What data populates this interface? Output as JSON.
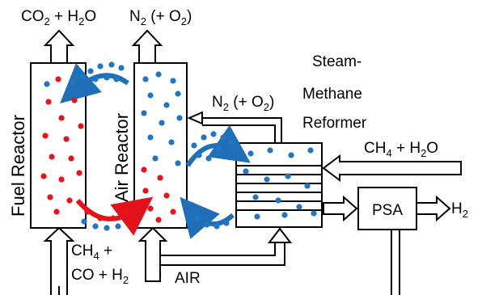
{
  "labels": {
    "fuel_reactor": "Fuel Reactor",
    "air_reactor": "Air Reactor",
    "reformer": [
      "Steam-",
      "Methane",
      "Reformer"
    ],
    "psa": "PSA",
    "air_inlet": "AIR",
    "fuel_out": {
      "a": "CO",
      "a_sub": "2",
      "b": " + H",
      "b_sub": "2",
      "c": "O"
    },
    "air_out": {
      "a": "N",
      "a_sub": "2",
      "b": " (+ O",
      "b_sub": "2",
      "c": ")"
    },
    "n2_out": {
      "a": "N",
      "a_sub": "2",
      "b": " (+ O",
      "b_sub": "2",
      "c": ")"
    },
    "feed_in": {
      "a": "CH",
      "a_sub": "4",
      "b": " + H",
      "b_sub": "2",
      "c": "O"
    },
    "fuel_in": {
      "line1a": "CH",
      "line1sub": "4",
      "line1b": " +",
      "line2a": "CO + H",
      "line2sub": "2"
    },
    "h2_out": {
      "a": "H",
      "a_sub": "2"
    }
  },
  "colors": {
    "oxidized_particles": "#1f77c4",
    "reduced_particles": "#e8141a",
    "outline": "#000000"
  }
}
